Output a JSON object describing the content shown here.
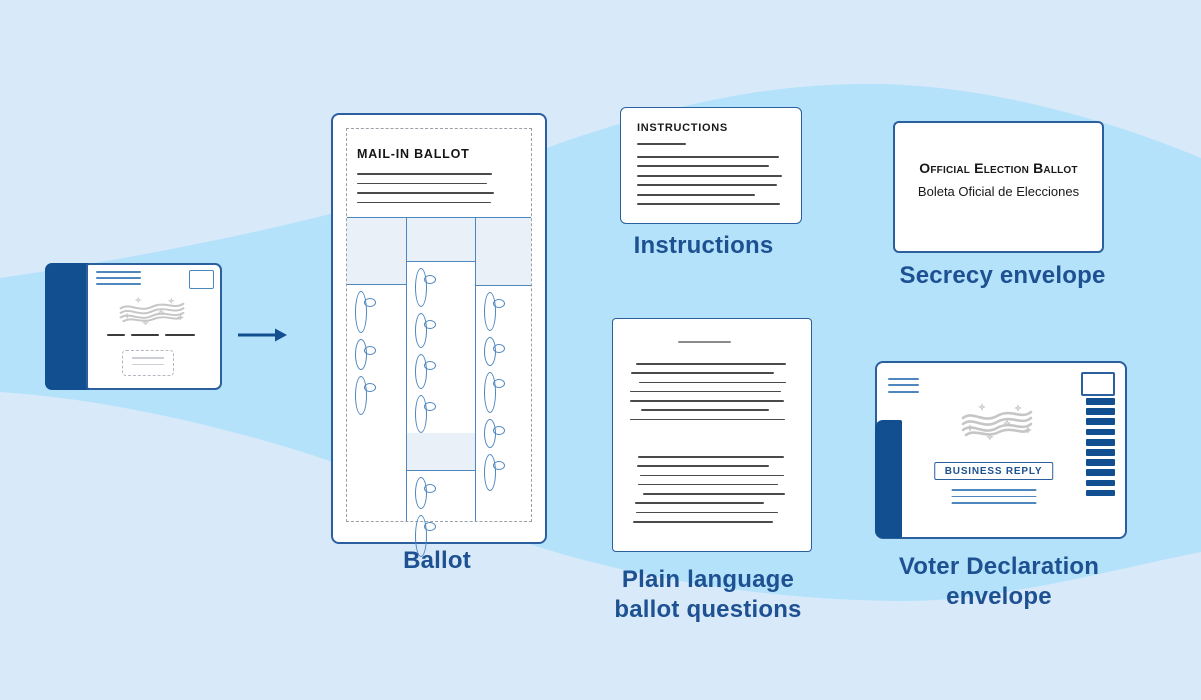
{
  "colors": {
    "background": "#D8E9FA",
    "band": "#B4E2FA",
    "navy": "#124F90",
    "label_text": "#1D5191",
    "card_outline": "#2B5F9E",
    "grid_line": "#4E86BE",
    "shaded_cell": "#E9F0F8",
    "scribble": "#4A4A4A",
    "postmark_gray": "#C6C6C6"
  },
  "ballot": {
    "label": "Ballot",
    "title": "MAIL-IN BALLOT",
    "header_line_widths": [
      135,
      130,
      137,
      134
    ],
    "columns": {
      "left": [
        {
          "t": "shaded",
          "h": 67
        },
        {
          "t": "oval",
          "h": 42
        },
        {
          "t": "oval",
          "h": 31
        },
        {
          "t": "oval",
          "h": 39
        },
        {
          "t": "empty",
          "h": 124
        }
      ],
      "middle": [
        {
          "t": "shaded",
          "h": 44
        },
        {
          "t": "oval",
          "h": 39
        },
        {
          "t": "oval",
          "h": 35
        },
        {
          "t": "oval",
          "h": 35
        },
        {
          "t": "oval",
          "h": 38
        },
        {
          "t": "shaded",
          "h": 38
        },
        {
          "t": "oval",
          "h": 32
        },
        {
          "t": "oval",
          "h": 42
        }
      ],
      "right": [
        {
          "t": "shaded",
          "h": 68
        },
        {
          "t": "oval",
          "h": 39
        },
        {
          "t": "oval",
          "h": 29
        },
        {
          "t": "oval",
          "h": 41
        },
        {
          "t": "oval",
          "h": 29
        },
        {
          "t": "oval",
          "h": 37
        },
        {
          "t": "empty",
          "h": 60
        }
      ]
    }
  },
  "instructions": {
    "label": "Instructions",
    "title": "INSTRUCTIONS",
    "underline_width": 49,
    "line_widths": [
      142,
      132,
      145,
      140,
      118,
      143
    ]
  },
  "secrecy_envelope": {
    "label": "Secrecy envelope",
    "line1": "Official Election Ballot",
    "line2": "Boleta Oficial de Elecciones"
  },
  "plain_language": {
    "label_line1": "Plain language",
    "label_line2": "ballot questions",
    "title_line_width": 53,
    "paragraph1": [
      [
        7,
        150
      ],
      [
        2,
        143
      ],
      [
        10,
        147
      ],
      [
        1,
        151
      ],
      [
        1,
        154
      ],
      [
        12,
        128
      ],
      [
        1,
        155
      ]
    ],
    "paragraph2": [
      [
        9,
        146
      ],
      [
        8,
        132
      ],
      [
        11,
        144
      ],
      [
        9,
        140
      ],
      [
        14,
        142
      ],
      [
        6,
        129
      ],
      [
        7,
        142
      ],
      [
        4,
        140
      ]
    ]
  },
  "voter_envelope": {
    "label_line1": "Voter Declaration",
    "label_line2": "envelope",
    "reply_box_text": "BUSINESS REPLY",
    "bar_count": 10
  }
}
